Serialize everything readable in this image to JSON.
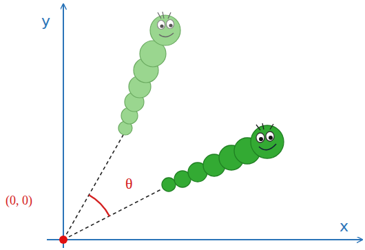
{
  "diagram": {
    "labels": [
      "y",
      "x",
      "(0, 0)",
      "θ"
    ]
  }
}
